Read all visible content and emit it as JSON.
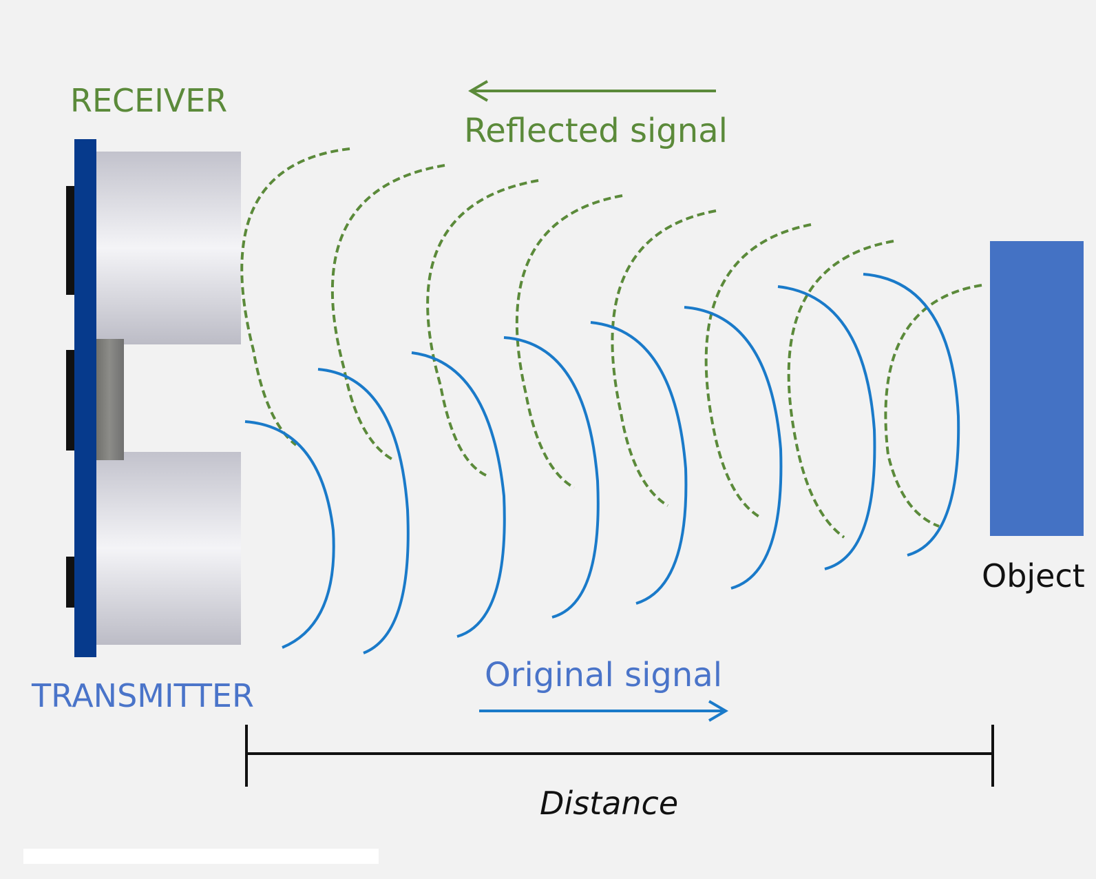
{
  "labels": {
    "receiver": "RECEIVER",
    "transmitter": "TRANSMITTER",
    "reflected_signal": "Reflected signal",
    "original_signal": "Original signal",
    "object": "Object",
    "distance": "Distance"
  },
  "colors": {
    "background": "#f2f2f2",
    "receiver_text": "#5b8a3a",
    "transmitter_text": "#4a74c9",
    "reflected_wave": "#5b8a3a",
    "original_wave": "#1a7ac9",
    "board": "#063a8c",
    "object": "#4472c4",
    "distance_line": "#111111"
  }
}
